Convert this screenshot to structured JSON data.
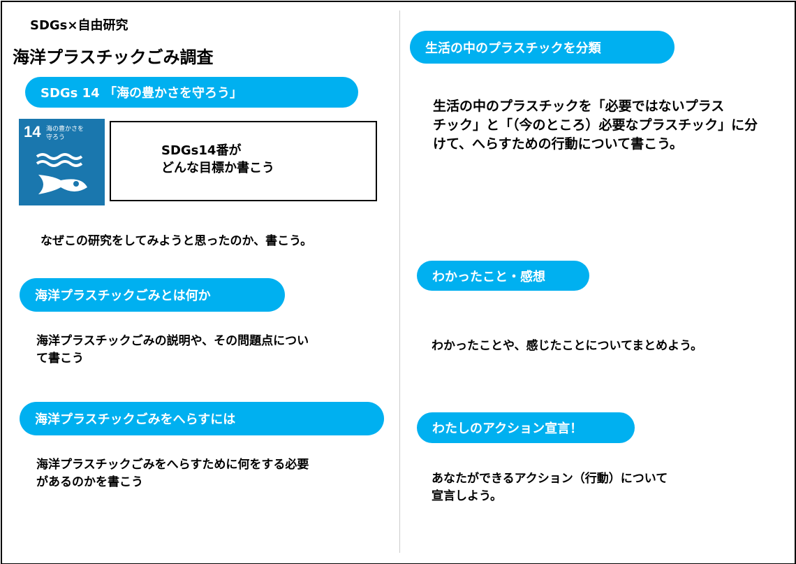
{
  "header": {
    "subtitle": "SDGs×自由研究",
    "title": "海洋プラスチックごみ調査"
  },
  "left": {
    "sdg_pill": "SDGs 14 「海の豊かさを守ろう」",
    "sdg_icon": {
      "number": "14",
      "label_line1": "海の豊かさを",
      "label_line2": "守ろう",
      "color": "#1a77ae"
    },
    "goal_box": {
      "line1": "SDGs14番が",
      "line2": "どんな目標か書こう"
    },
    "motivation": "なぜこの研究をしてみようと思ったのか、書こう。",
    "section2": {
      "heading": "海洋プラスチックごみとは何か",
      "line1": "海洋プラスチックごみの説明や、その問題点につい",
      "line2": "て書こう"
    },
    "section3": {
      "heading": "海洋プラスチックごみをへらすには",
      "line1": "海洋プラスチックごみをへらすために何をする必要",
      "line2": "があるのかを書こう"
    }
  },
  "right": {
    "section1": {
      "heading": "生活の中のプラスチックを分類",
      "line1": "生活の中のプラスチックを「必要ではないプラス",
      "line2": "チック」と「（今のところ）必要なプラスチック」に分",
      "line3": "けて、へらすための行動について書こう。"
    },
    "section2": {
      "heading": "わかったこと・感想",
      "line1": "わかったことや、感じたことについてまとめよう。"
    },
    "section3": {
      "heading": "わたしのアクション宣言！",
      "line1": "あなたができるアクション（行動）について",
      "line2": "宣言しよう。"
    }
  },
  "colors": {
    "accent": "#00b0f0"
  }
}
